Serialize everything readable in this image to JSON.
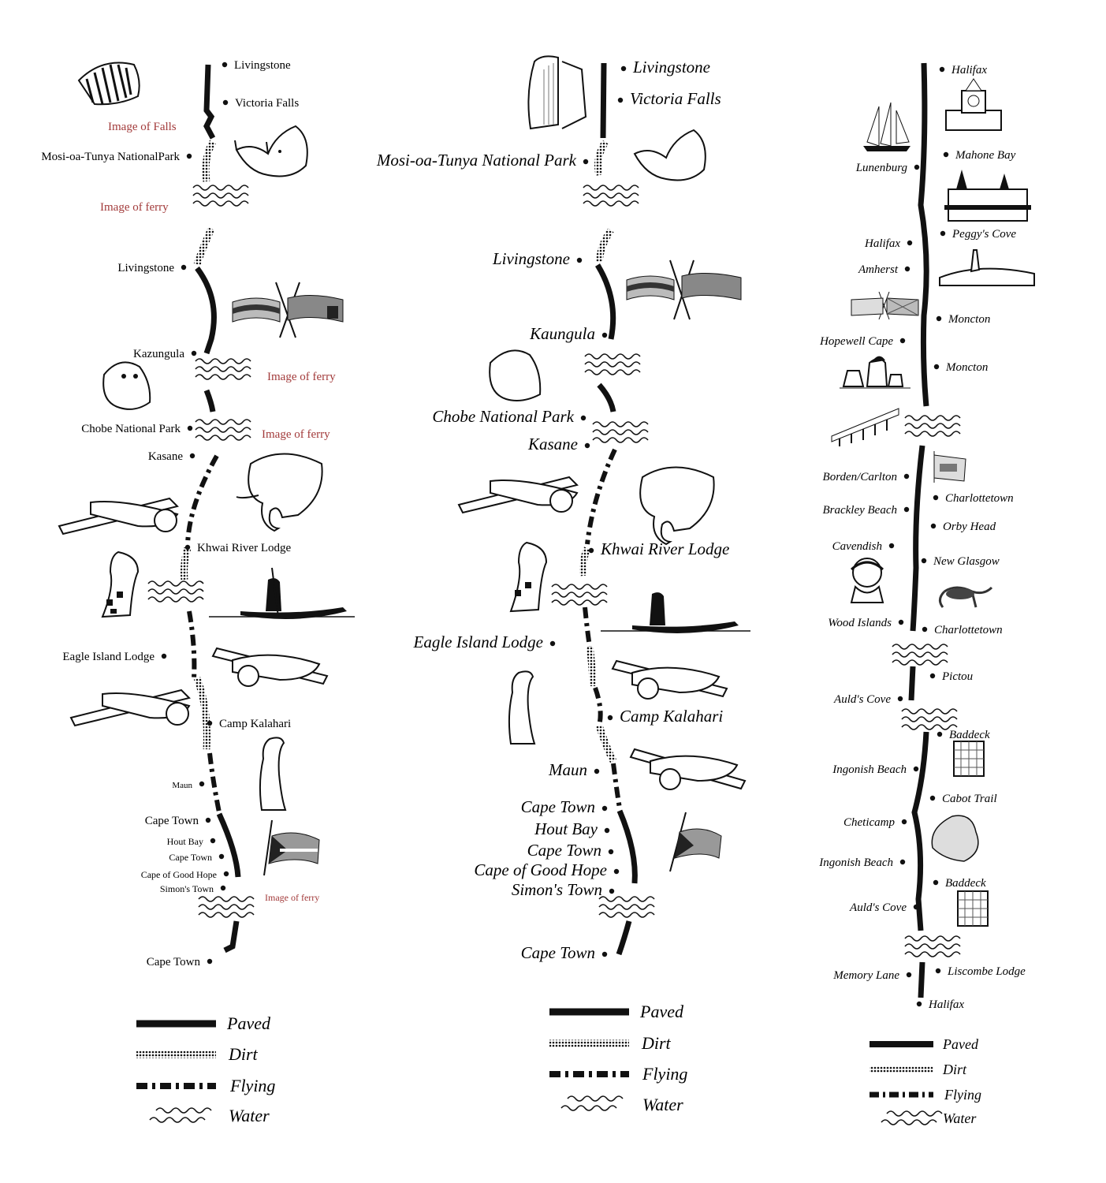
{
  "column1": {
    "places": [
      "Livingstone",
      "Victoria Falls",
      "Mosi-oa-Tunya NationalPark",
      "Livingstone",
      "Kazungula",
      "Chobe National Park",
      "Kasane",
      "Khwai River Lodge",
      "Eagle Island Lodge",
      "Camp Kalahari",
      "Maun",
      "Cape Town",
      "Hout Bay",
      "Cape Town",
      "Cape of Good Hope",
      "Simon's Town",
      "Cape Town"
    ],
    "notes": [
      "Image of Falls",
      "Image of ferry",
      "Image of ferry",
      "Image of ferry",
      "Image of ferry"
    ]
  },
  "column2": {
    "places": [
      "Livingstone",
      "Victoria Falls",
      "Mosi-oa-Tunya National Park",
      "Livingstone",
      "Kaungula",
      "Chobe National Park",
      "Kasane",
      "Khwai River Lodge",
      "Eagle Island Lodge",
      "Camp Kalahari",
      "Maun",
      "Cape Town",
      "Hout Bay",
      "Cape Town",
      "Cape of Good Hope",
      "Simon's Town",
      "Cape Town"
    ]
  },
  "column3": {
    "places": [
      "Halifax",
      "Lunenburg",
      "Mahone Bay",
      "Peggy's Cove",
      "Halifax",
      "Amherst",
      "Moncton",
      "Hopewell Cape",
      "Moncton",
      "Borden/Carlton",
      "Charlottetown",
      "Brackley Beach",
      "Orby Head",
      "Cavendish",
      "New Glasgow",
      "Wood Islands",
      "Charlottetown",
      "Pictou",
      "Auld's Cove",
      "Baddeck",
      "Ingonish Beach",
      "Cabot Trail",
      "Cheticamp",
      "Ingonish Beach",
      "Baddeck",
      "Auld's Cove",
      "Memory Lane",
      "Liscombe Lodge",
      "Halifax"
    ]
  },
  "legend": {
    "paved": "Paved",
    "dirt": "Dirt",
    "flying": "Flying",
    "water": "Water"
  },
  "colors": {
    "ink": "#111111",
    "note": "#a23a3a"
  },
  "icons": [
    "zebra-icon",
    "rhino-icon",
    "flags-icon",
    "hippo-icon",
    "elephant-icon",
    "airplane-icon",
    "giraffe-icon",
    "canoe-icon",
    "meerkat-icon",
    "south-africa-flag-icon",
    "waterfall-icon",
    "schooner-icon",
    "town-clock-icon",
    "church-icon",
    "lighthouse-icon",
    "nova-scotia-flags-icon",
    "hopewell-rocks-icon",
    "bridge-icon",
    "pei-flag-icon",
    "anne-icon",
    "lobster-icon",
    "tartan-icon",
    "cape-breton-map-icon"
  ]
}
